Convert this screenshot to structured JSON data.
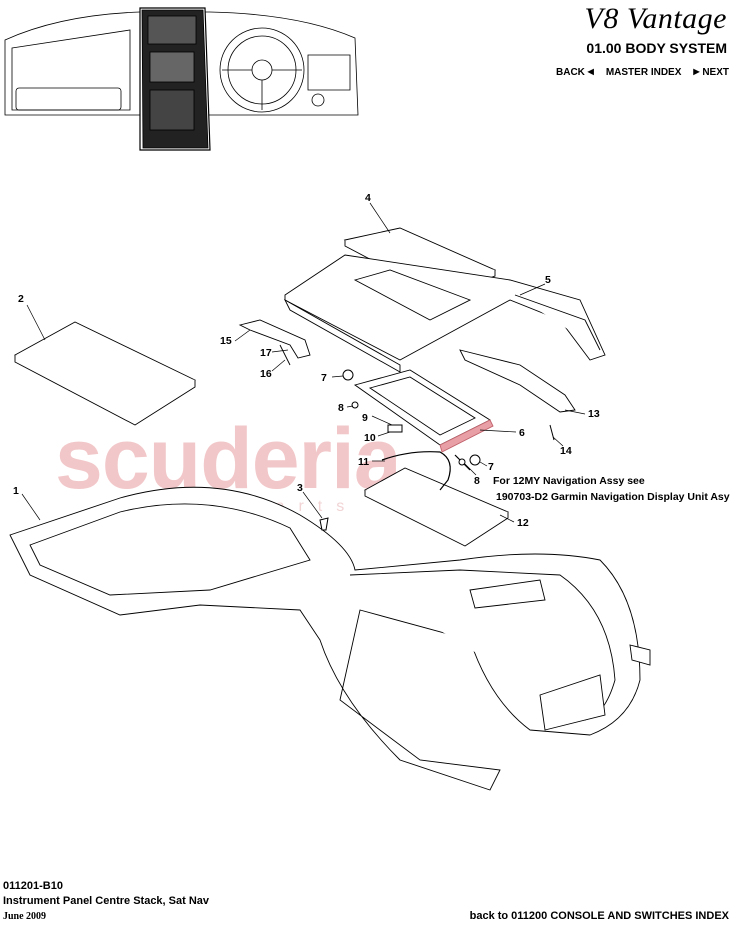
{
  "header": {
    "brand": "V8 Vantage",
    "system": "01.00 BODY SYSTEM",
    "nav": {
      "back": "BACK",
      "master_index": "MASTER INDEX",
      "next": "NEXT"
    }
  },
  "watermark": {
    "main": "scuderia",
    "sub": "car parts"
  },
  "callouts": [
    "1",
    "2",
    "3",
    "4",
    "5",
    "6",
    "7",
    "7",
    "8",
    "8",
    "9",
    "10",
    "11",
    "12",
    "13",
    "14",
    "15",
    "16",
    "17"
  ],
  "note": [
    "For 12MY Navigation Assy see",
    "190703-D2 Garmin Navigation Display Unit Asy"
  ],
  "footer": {
    "code": "011201-B10",
    "description": "Instrument Panel Centre Stack, Sat Nav",
    "date": "June 2009",
    "back_link": "back to 011200 CONSOLE AND SWITCHES INDEX"
  },
  "colors": {
    "line": "#000000",
    "highlight": "#e8a0a6",
    "watermark": "#f2c7c9"
  }
}
